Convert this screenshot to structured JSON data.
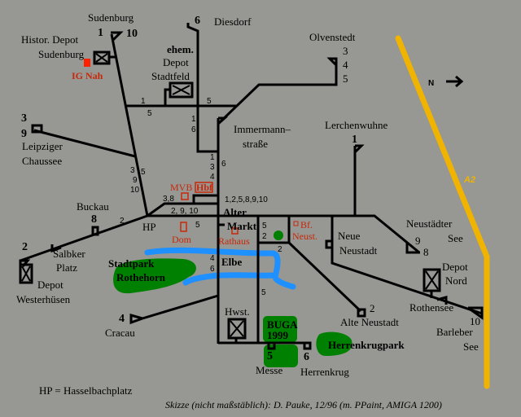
{
  "map": {
    "colors": {
      "background": "#979793",
      "track": "#000000",
      "river": "#1e90ff",
      "park": "#008000",
      "motorway": "#f0b400",
      "landmark": "#c8280a"
    },
    "places": {
      "sudenburg": "Sudenburg",
      "histor_depot": "Histor. Depot",
      "depot_sudenburg": "Sudenburg",
      "ig_nah": "IG Nah",
      "diesdorf": "Diesdorf",
      "ehem": "ehem.",
      "depot": "Depot",
      "stadtfeld": "Stadtfeld",
      "olvenstedt": "Olvenstedt",
      "immermann1": "Immermann–",
      "immermann2": "straße",
      "lerchenwuhne": "Lerchenwuhne",
      "leipziger1": "Leipziger",
      "leipziger2": "Chaussee",
      "buckau": "Buckau",
      "hp": "HP",
      "alter": "Alter",
      "markt": "Markt",
      "mvb": "MVB",
      "hbf": "Hbf",
      "dom": "Dom",
      "rathaus": "Rathaus",
      "bf": "Bf.",
      "neust": "Neust.",
      "neustaedter1": "Neustädter",
      "neustaedter2": "See",
      "neue1": "Neue",
      "neue2": "Neustadt",
      "depot_nord1": "Depot",
      "depot_nord2": "Nord",
      "rothensee": "Rothensee",
      "barleber1": "Barleber",
      "barleber2": "See",
      "salbker1": "Salbker",
      "salbker2": "Platz",
      "stadtpark1": "Stadtpark",
      "stadtpark2": "Rothehorn",
      "elbe": "Elbe",
      "depot_w1": "Depot",
      "depot_w2": "Westerhüsen",
      "cracau": "Cracau",
      "hwst": "Hwst.",
      "buga1": "BUGA",
      "buga2": "1999",
      "alte_neustadt": "Alte Neustadt",
      "herrenkrugpark": "Herrenkrugpark",
      "messe": "Messe",
      "herrenkrug": "Herrenkrug",
      "a2": "A2",
      "north": "N"
    },
    "lines": {
      "sud1": "1",
      "sud10": "10",
      "d6": "6",
      "o3": "3",
      "o4": "4",
      "o5": "5",
      "l1": "1",
      "lc3": "3",
      "lc9": "9",
      "h1": "1",
      "h5": "5",
      "h5b": "5",
      "v1": "1",
      "v6": "6",
      "s1": "1",
      "s3": "3",
      "s4": "4",
      "s6": "6",
      "b35": "3",
      "b5": "5",
      "b9": "9",
      "b10": "10",
      "m38": "3,8",
      "m2910": "2, 9, 10",
      "m12": "1,2,5,8,9,10",
      "bk8": "8",
      "bk2": "2",
      "w2": "2",
      "dom5": "5",
      "e4": "4",
      "e6": "6",
      "n5": "5",
      "n2": "2",
      "n2b": "2",
      "r5": "5",
      "ns9": "9",
      "ns8": "8",
      "an2": "2",
      "bs10": "10",
      "cr4": "4",
      "me5": "5",
      "hk6": "6"
    },
    "legend": "HP = Hasselbachplatz",
    "credit": "Skizze (nicht maßstäblich): D. Pauke, 12/96 (m. PPaint, AMIGA 1200)"
  }
}
